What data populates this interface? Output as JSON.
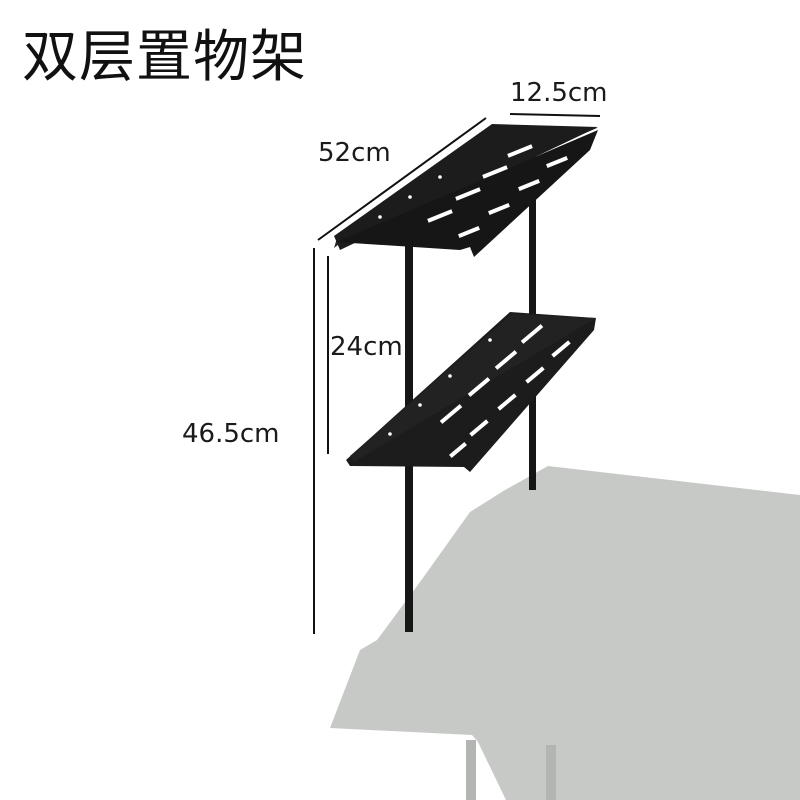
{
  "title": "双层置物架",
  "dimensions": {
    "width": "12.5cm",
    "length": "52cm",
    "shelf_gap": "24cm",
    "total_height": "46.5cm"
  },
  "colors": {
    "shelf": "#1c1c1c",
    "pole": "#161616",
    "table_top": "#c7c9c7",
    "table_leg": "#bdbfbd",
    "dimension_line": "#111111"
  }
}
